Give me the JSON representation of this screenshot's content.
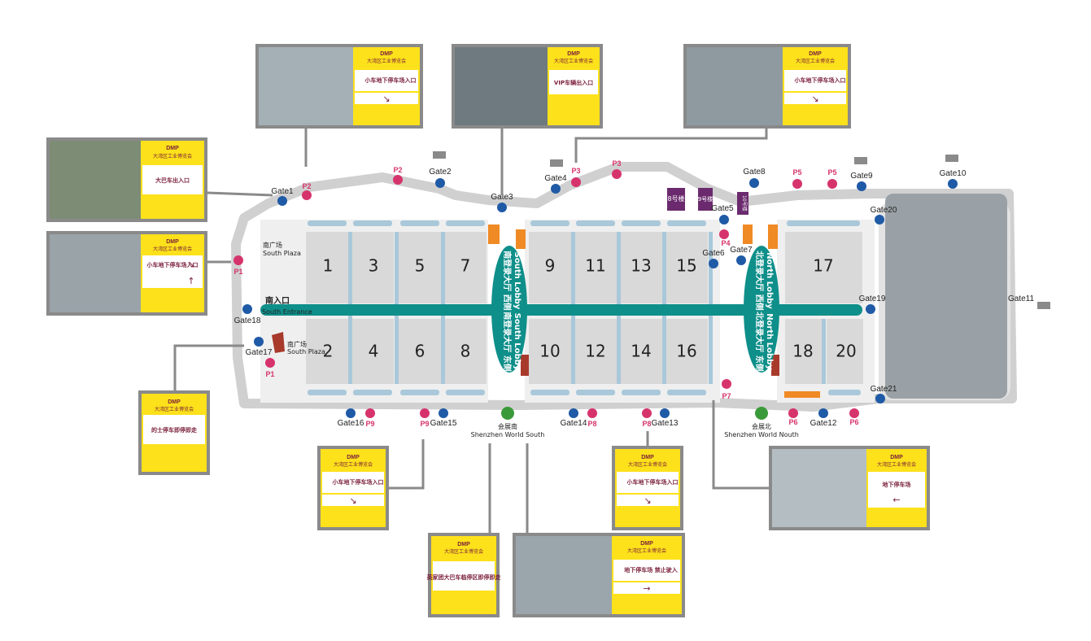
{
  "halls": {
    "h1": "1",
    "h2": "2",
    "h3": "3",
    "h4": "4",
    "h5": "5",
    "h6": "6",
    "h7": "7",
    "h8": "8",
    "h9": "9",
    "h10": "10",
    "h11": "11",
    "h12": "12",
    "h13": "13",
    "h14": "14",
    "h15": "15",
    "h16": "16",
    "h17": "17",
    "h18": "18",
    "h20": "20"
  },
  "gates": {
    "g1": "Gate1",
    "g2": "Gate2",
    "g3": "Gate3",
    "g4": "Gate4",
    "g5": "Gate5",
    "g6": "Gate6",
    "g7": "Gate7",
    "g8": "Gate8",
    "g9": "Gate9",
    "g10": "Gate10",
    "g11": "Gate11",
    "g12": "Gate12",
    "g13": "Gate13",
    "g14": "Gate14",
    "g15": "Gate15",
    "g16": "Gate16",
    "g17": "Gate17",
    "g18": "Gate18",
    "g19": "Gate19",
    "g20": "Gate20",
    "g21": "Gate21"
  },
  "parking": {
    "p1a": "P1",
    "p1b": "P1",
    "p2a": "P2",
    "p2b": "P2",
    "p3a": "P3",
    "p3b": "P3",
    "p4": "P4",
    "p5a": "P5",
    "p5b": "P5",
    "p6a": "P6",
    "p6b": "P6",
    "p7": "P7",
    "p8a": "P8",
    "p8b": "P8",
    "p9a": "P9",
    "p9b": "P9"
  },
  "areas": {
    "south_plaza_cn": "南广场",
    "south_plaza_en": "South Plaza",
    "south_plaza2_cn": "南广场",
    "south_plaza2_en": "South Plaza",
    "south_entrance_cn": "南入口",
    "south_entrance_en": "South Entrance",
    "south_lobby_w": "南登录大厅 西侧",
    "south_lobby_w_en": "South Lobby",
    "south_lobby_e": "南登录大厅 东侧",
    "south_lobby_e_en": "South Lobby",
    "north_lobby_w": "北登录大厅 西侧",
    "north_lobby_w_en": "North Lobby",
    "north_lobby_e": "北登录大厅 东侧",
    "north_lobby_e_en": "North Lobby",
    "bldg8": "8号楼",
    "bldg9": "9号楼",
    "bldg10": "10号楼",
    "metro_s_cn": "会展南",
    "metro_s_en": "Shenzhen World South",
    "metro_n_cn": "会展北",
    "metro_n_en": "Shenzhen World Nouth"
  },
  "signs": {
    "brand": "DMP",
    "expo": "大湾区工业博览会",
    "car_underground": "小车地下停车场入口",
    "bus_entry": "大巴车出入口",
    "vip": "VIP车辆出入口",
    "taxi": "的士停车即停即走",
    "tour_bus": "英家团大巴车临停区即停即走",
    "underground_garage": "地下停车场",
    "p_exit_no_entry": "地下停车场 禁止驶入",
    "arrow_dr": "↘",
    "arrow_r": "→",
    "arrow_l": "←",
    "arrow_u": "↑"
  },
  "colors": {
    "blue_gate": "#1f5aa6",
    "pink_parking": "#d6336c",
    "teal": "#0f8f8a",
    "hall": "#d9d9d9",
    "road": "#cfcfcf",
    "corridor": "#a9c8da",
    "yellow": "#fde11b",
    "maroon": "#7a1f3a",
    "orange": "#f08a24"
  }
}
